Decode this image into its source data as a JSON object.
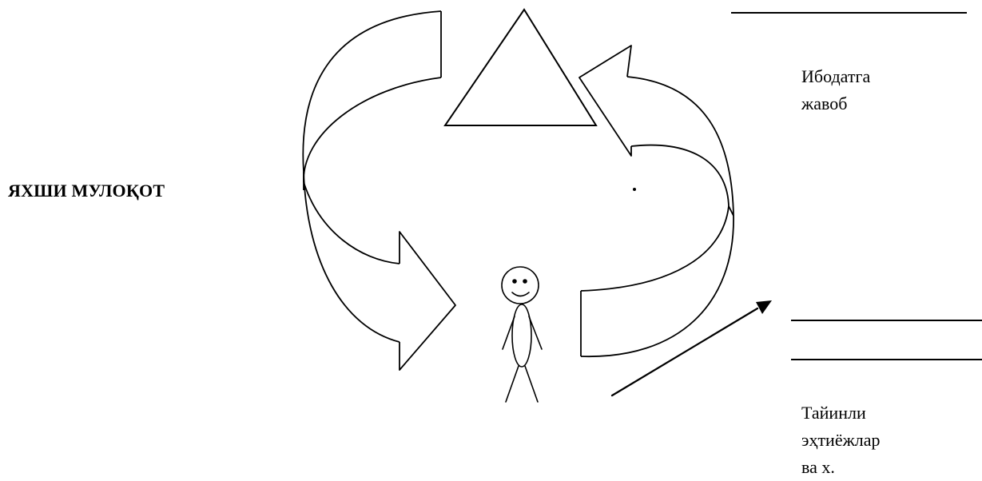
{
  "diagram": {
    "title": "ЯХШИ МУЛОҚОТ",
    "note_top": [
      "Ибодатга",
      "жавоб"
    ],
    "note_bottom": [
      "Тайинли",
      "эҳтиёжлар",
      "ва х."
    ],
    "icons": {
      "center": "triangle-icon",
      "person": "stick-figure-icon",
      "left_cycle": "curved-arrow-down-icon",
      "right_cycle": "curved-arrow-up-icon",
      "pointer": "diagonal-arrow-icon"
    },
    "stroke_color": "#000000",
    "background": "#ffffff"
  }
}
